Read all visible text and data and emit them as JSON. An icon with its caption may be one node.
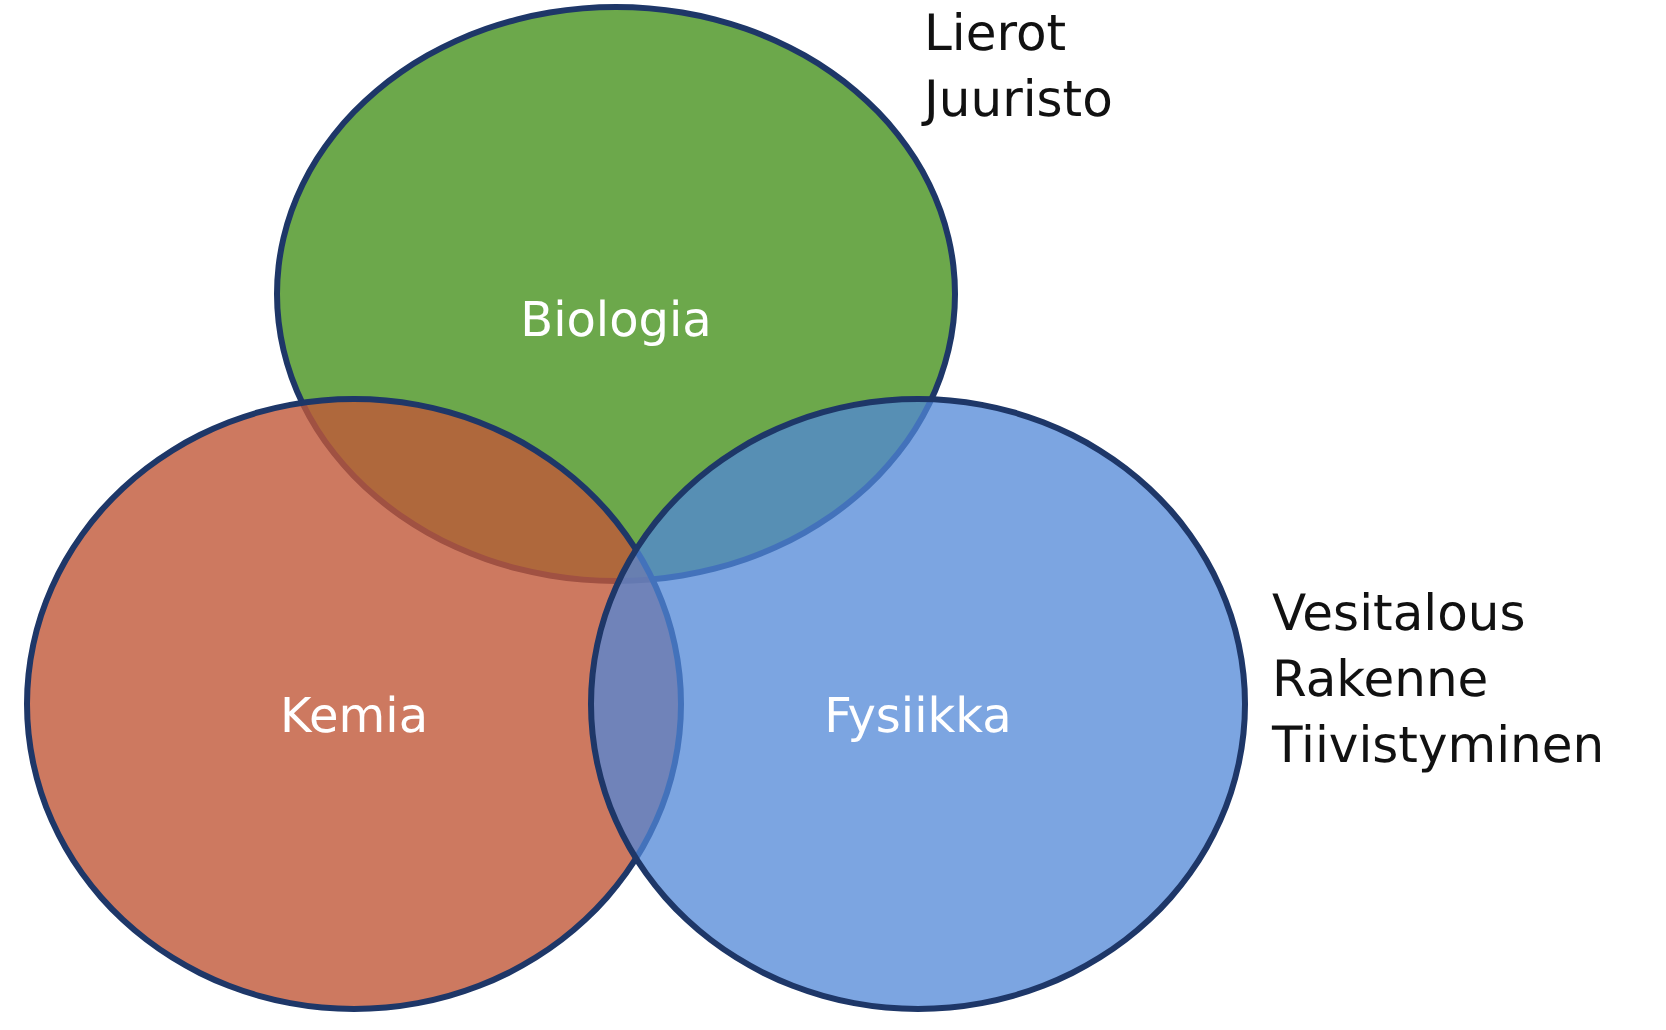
{
  "diagram": {
    "nodes": [
      {
        "text": [
          "Biologia"
        ],
        "beside": [
          "Lierot",
          "Juuristo"
        ]
      },
      {
        "text": [
          "Kemia"
        ]
      },
      {
        "text": [
          "Fysiikka"
        ],
        "beside": [
          "Vesitalous",
          "Rakenne",
          "Tiivistyminen"
        ]
      }
    ]
  }
}
